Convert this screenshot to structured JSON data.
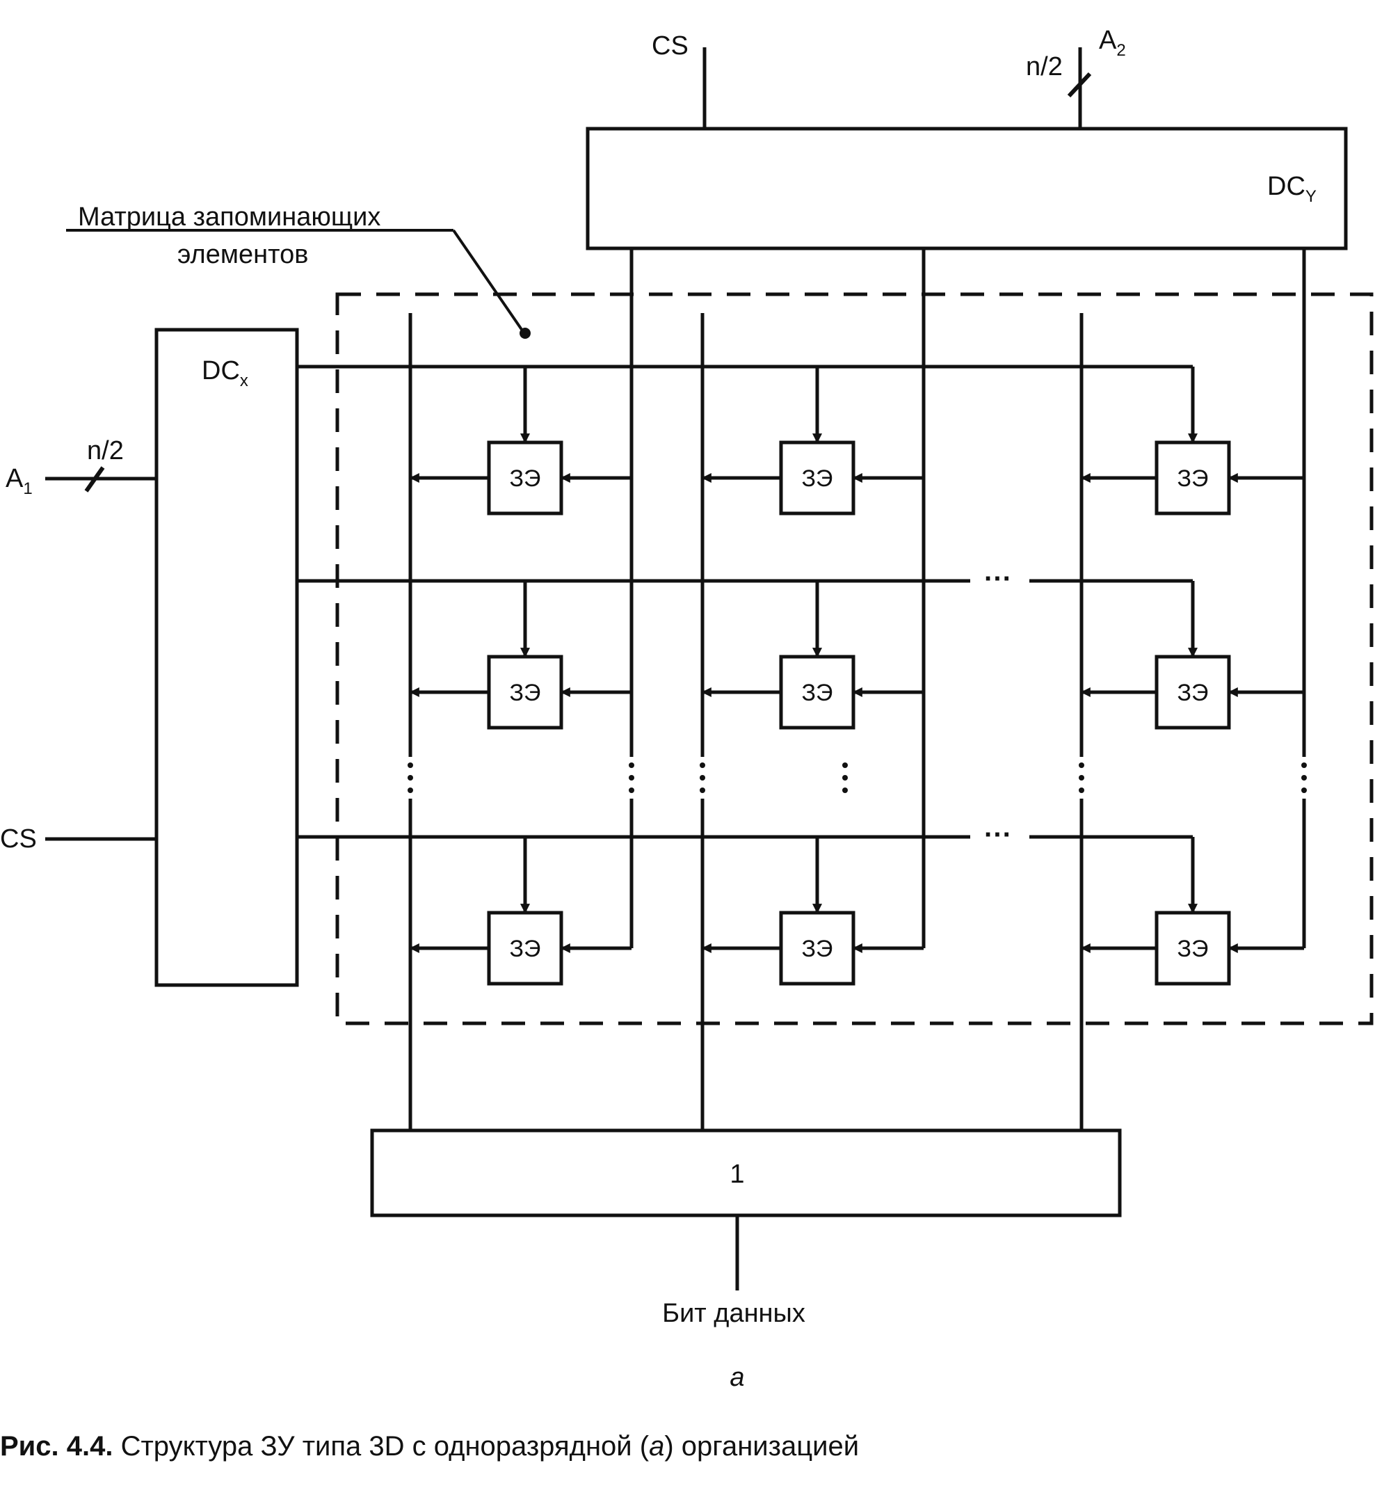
{
  "labels": {
    "cs_top": "CS",
    "cs_left": "CS",
    "a2_main": "A",
    "a2_sub": "2",
    "a1_main": "A",
    "a1_sub": "1",
    "bus_top": "n/2",
    "bus_left": "n/2",
    "dcy_main": "DC",
    "dcy_sub": "Y",
    "dcx_main": "DC",
    "dcx_sub": "x",
    "matrix_line1": "Матрица запоминающих",
    "matrix_line2": "элементов",
    "cell": "ЗЭ",
    "or_gate": "1",
    "output": "Бит данных",
    "subfig": "а",
    "ellipsis": "···"
  },
  "caption": {
    "prefix": "Рис. 4.4.",
    "text_before": " Структура ЗУ типа 3D с одноразрядной (",
    "text_italic": "а",
    "text_after": ") организацией"
  }
}
